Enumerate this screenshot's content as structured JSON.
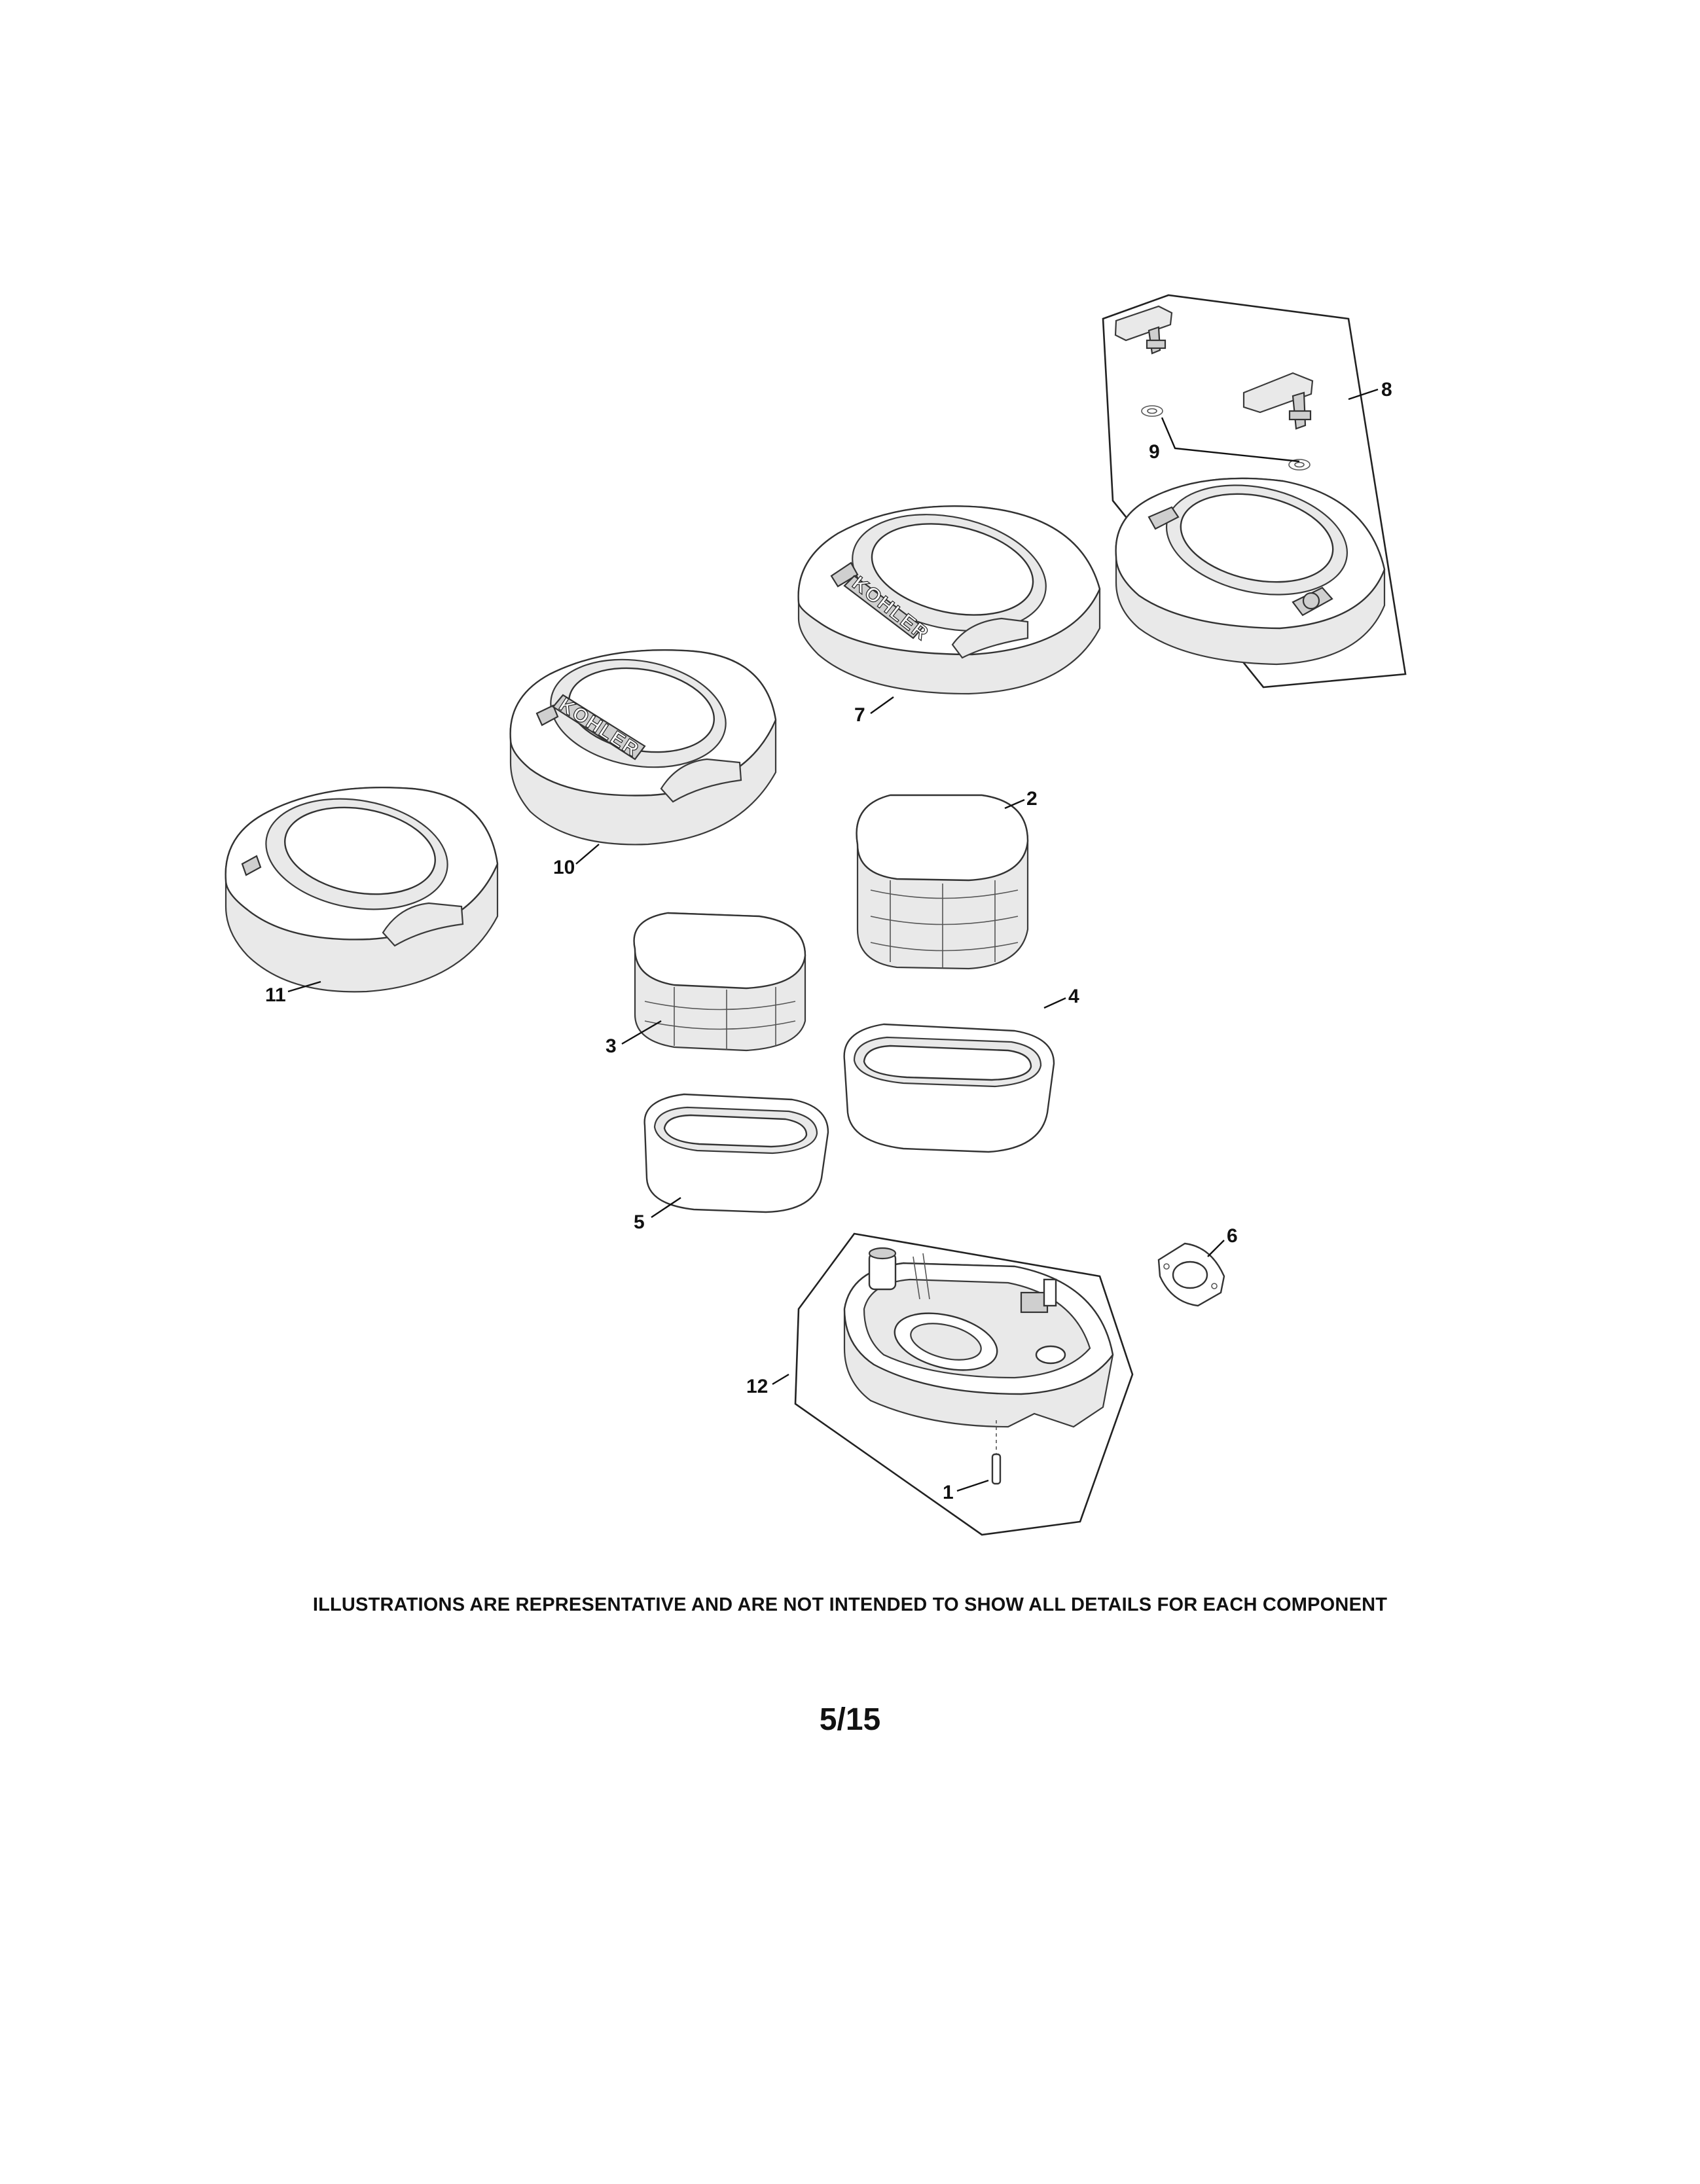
{
  "brand_text": "KOHLER",
  "callouts": {
    "p1": "1",
    "p2": "2",
    "p3": "3",
    "p4": "4",
    "p5": "5",
    "p6": "6",
    "p7": "7",
    "p8": "8",
    "p9": "9",
    "p10": "10",
    "p11": "11",
    "p12": "12"
  },
  "footer": {
    "disclaimer": "ILLUSTRATIONS ARE REPRESENTATIVE AND ARE NOT INTENDED TO SHOW ALL DETAILS FOR EACH COMPONENT",
    "page_number": "5/15"
  },
  "colors": {
    "line": "#333333",
    "shade": "#e9e9e9",
    "paper": "#ffffff"
  }
}
